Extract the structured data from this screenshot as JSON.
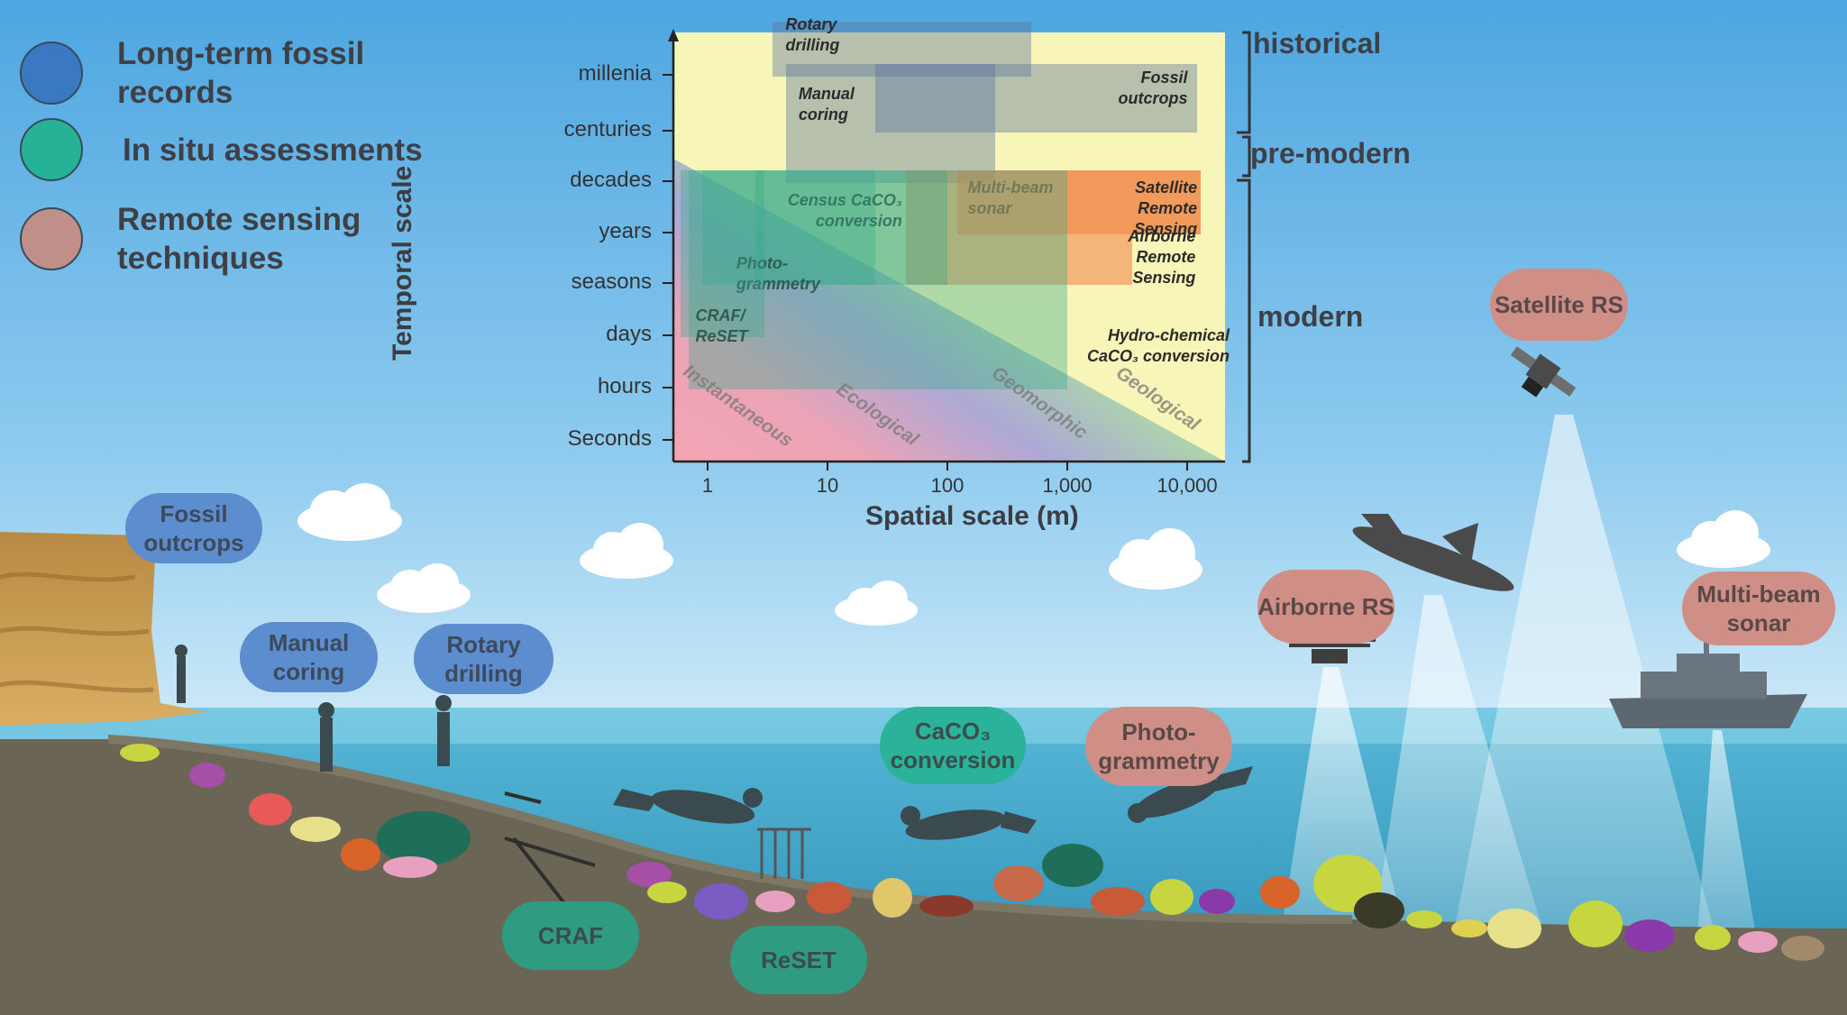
{
  "legend": [
    {
      "label": "Long-term fossil records",
      "color": "#3a78c2"
    },
    {
      "label": "In situ assessments",
      "color": "#26b297"
    },
    {
      "label": "Remote sensing techniques",
      "color": "#bf8f88"
    }
  ],
  "chart": {
    "xlabel": "Spatial scale (m)",
    "ylabel": "Temporal scale",
    "x_ticks": [
      "1",
      "10",
      "100",
      "1,000",
      "10,000"
    ],
    "y_ticks": [
      "millenia",
      "centuries",
      "decades",
      "years",
      "seasons",
      "days",
      "hours",
      "Seconds"
    ],
    "eras": [
      "historical",
      "pre-modern",
      "modern"
    ],
    "zones": [
      "Instantaneous",
      "Ecological",
      "Geomorphic",
      "Geological"
    ],
    "boxes": [
      {
        "label": "Rotary drilling",
        "category": "fossil",
        "x": [
          3.5,
          500
        ],
        "y": [
          "above millenia",
          "millenia"
        ]
      },
      {
        "label": "Fossil outcrops",
        "category": "fossil",
        "x": [
          25,
          12000
        ],
        "y": [
          "millenia",
          "centuries"
        ]
      },
      {
        "label": "Manual coring",
        "category": "fossil",
        "x": [
          4.5,
          250
        ],
        "y": [
          "millenia",
          "decades"
        ]
      },
      {
        "label": "Multi-beam sonar",
        "category": "remote",
        "x": [
          120,
          13000
        ],
        "y": [
          "decades",
          "years"
        ]
      },
      {
        "label": "Satellite Remote Sensing",
        "category": "remote",
        "x": [
          3500,
          13000
        ],
        "y": [
          "decades",
          "years"
        ]
      },
      {
        "label": "Airborne Remote Sensing",
        "category": "remote",
        "x": [
          45,
          3500
        ],
        "y": [
          "decades",
          "seasons"
        ]
      },
      {
        "label": "Census CaCO₃ conversion",
        "category": "insitu",
        "x": [
          2.5,
          25
        ],
        "y": [
          "decades",
          "seasons"
        ]
      },
      {
        "label": "Photo-grammetry",
        "category": "insitu",
        "x": [
          0.9,
          100
        ],
        "y": [
          "decades",
          "seasons"
        ]
      },
      {
        "label": "CRAF/ ReSET",
        "category": "insitu",
        "x": [
          0.6,
          3
        ],
        "y": [
          "decades",
          "days"
        ]
      },
      {
        "label": "Hydro-chemical CaCO₃ conversion",
        "category": "insitu",
        "x": [
          0.7,
          1000
        ],
        "y": [
          "decades",
          "hours"
        ]
      }
    ]
  },
  "scene": {
    "bubbles": [
      {
        "label": "Fossil outcrops",
        "category": "fossil"
      },
      {
        "label": "Manual coring",
        "category": "fossil"
      },
      {
        "label": "Rotary drilling",
        "category": "fossil"
      },
      {
        "label": "CaCO₃ conversion",
        "category": "insitu"
      },
      {
        "label": "Photo-grammetry",
        "category": "remote"
      },
      {
        "label": "Airborne RS",
        "category": "remote"
      },
      {
        "label": "Satellite RS",
        "category": "remote"
      },
      {
        "label": "Multi-beam sonar",
        "category": "remote"
      },
      {
        "label": "CRAF",
        "category": "insitu"
      },
      {
        "label": "ReSET",
        "category": "insitu"
      }
    ]
  }
}
